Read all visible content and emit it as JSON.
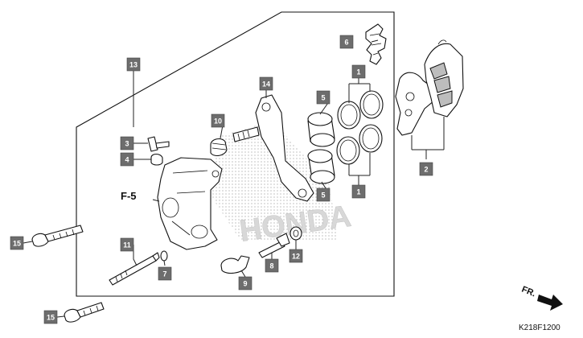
{
  "diagram": {
    "section_ref": "F-5",
    "direction_label": "FR.",
    "drawing_code": "K218F1200"
  },
  "callouts": [
    {
      "id": "c1a",
      "label": "1"
    },
    {
      "id": "c1b",
      "label": "1"
    },
    {
      "id": "c2",
      "label": "2"
    },
    {
      "id": "c3",
      "label": "3"
    },
    {
      "id": "c4",
      "label": "4"
    },
    {
      "id": "c5a",
      "label": "5"
    },
    {
      "id": "c5b",
      "label": "5"
    },
    {
      "id": "c6",
      "label": "6"
    },
    {
      "id": "c7",
      "label": "7"
    },
    {
      "id": "c8",
      "label": "8"
    },
    {
      "id": "c9",
      "label": "9"
    },
    {
      "id": "c10",
      "label": "10"
    },
    {
      "id": "c11",
      "label": "11"
    },
    {
      "id": "c12",
      "label": "12"
    },
    {
      "id": "c13",
      "label": "13"
    },
    {
      "id": "c14",
      "label": "14"
    },
    {
      "id": "c15a",
      "label": "15"
    },
    {
      "id": "c15b",
      "label": "15"
    }
  ],
  "colors": {
    "callout_fill": "#6d6d6d",
    "callout_text": "#ffffff",
    "line": "#111111",
    "watermark": "#c9c9c9"
  }
}
